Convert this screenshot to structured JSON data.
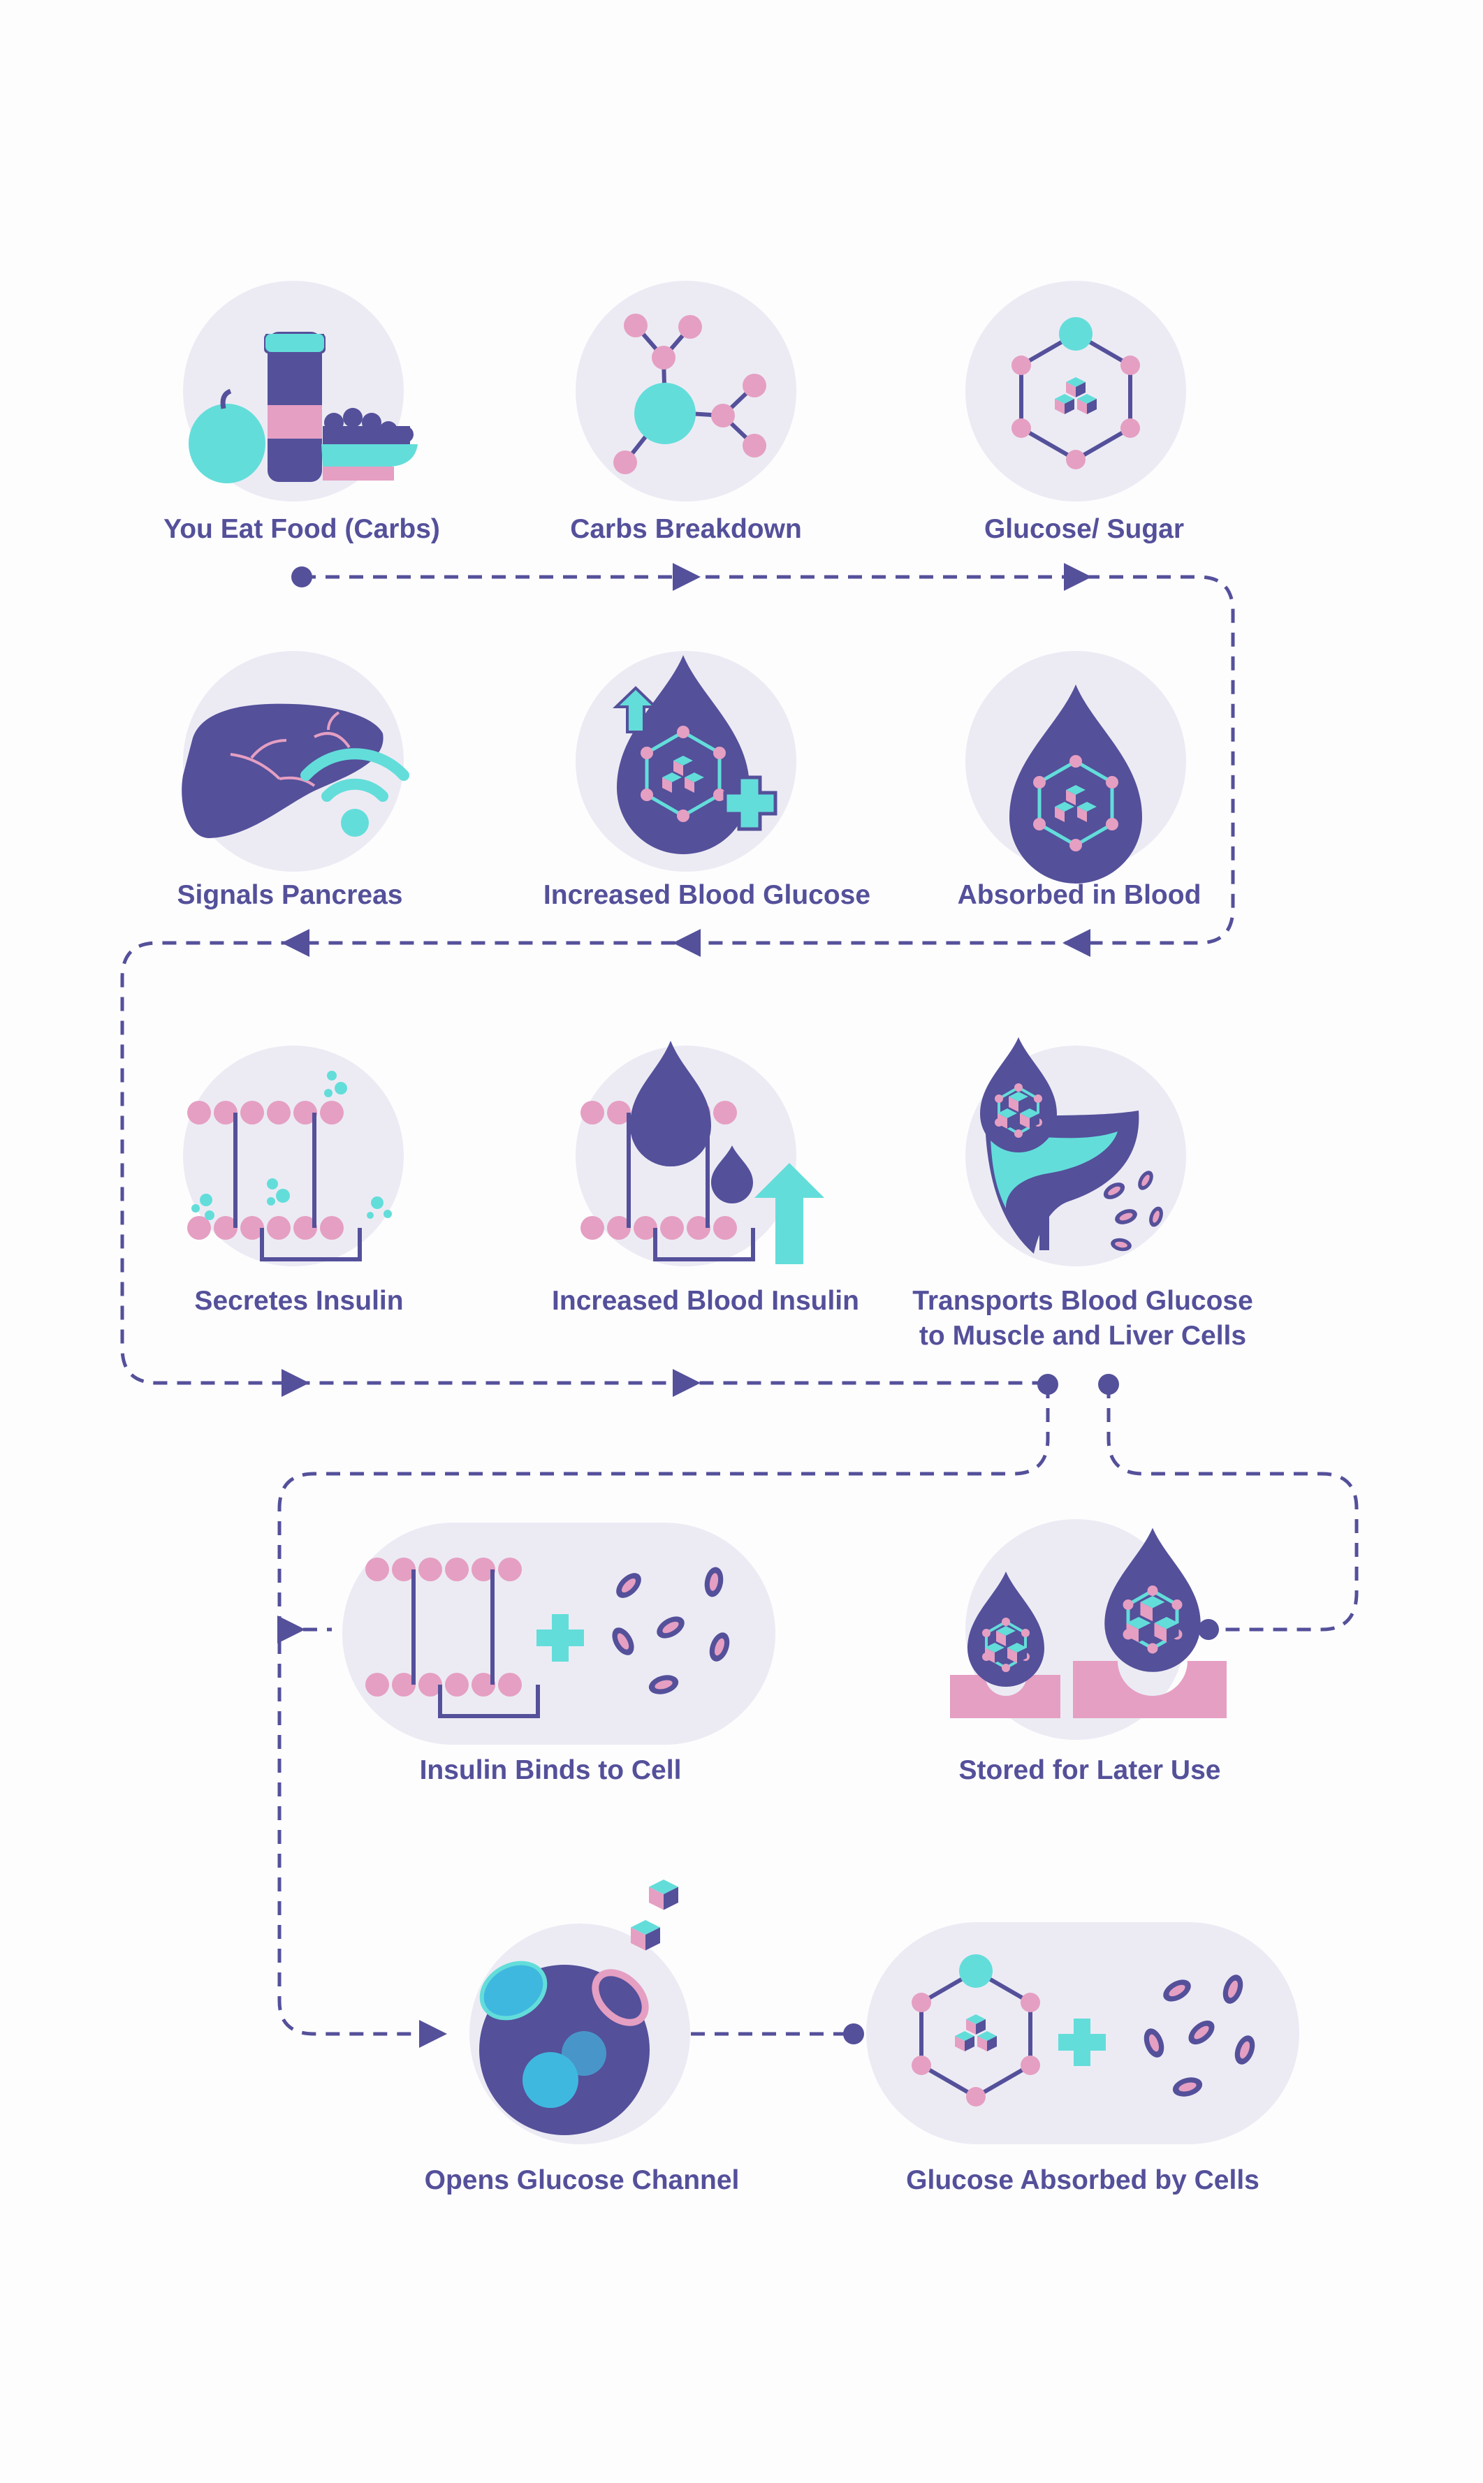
{
  "steps": {
    "s1": {
      "label": "You Eat Food (Carbs)"
    },
    "s2": {
      "label": "Carbs Breakdown"
    },
    "s3": {
      "label": "Glucose/ Sugar"
    },
    "s4": {
      "label": "Absorbed in Blood"
    },
    "s5": {
      "label": "Increased Blood Glucose"
    },
    "s6": {
      "label": "Signals Pancreas"
    },
    "s7": {
      "label": "Secretes Insulin"
    },
    "s8": {
      "label": "Increased Blood Insulin"
    },
    "s9": {
      "label_line1": "Transports Blood Glucose",
      "label_line2": "to Muscle and Liver Cells"
    },
    "s10": {
      "label": "Stored for Later Use"
    },
    "s11": {
      "label": "Insulin Binds to Cell"
    },
    "s12": {
      "label": "Opens Glucose Channel"
    },
    "s13": {
      "label": "Glucose Absorbed by Cells"
    }
  },
  "icons": {
    "s1": "food-bottle-apple-icon",
    "s2": "molecule-breakdown-icon",
    "s3": "glucose-molecule-icon",
    "s4": "blood-drop-glucose-icon",
    "s5": "blood-drop-glucose-up-icon",
    "s6": "liver-signal-icon",
    "s7": "membrane-insulin-icon",
    "s8": "membrane-drop-up-icon",
    "s9": "liver-transport-icon",
    "s10": "storage-drops-icon",
    "s11": "insulin-plus-cells-icon",
    "s12": "cell-channel-icon",
    "s13": "glucose-plus-cells-icon"
  },
  "colors": {
    "circle": "#ecebf4",
    "navy": "#54509a",
    "pink": "#e59fc2",
    "cyan": "#63ddda",
    "flow": "#54509a"
  }
}
